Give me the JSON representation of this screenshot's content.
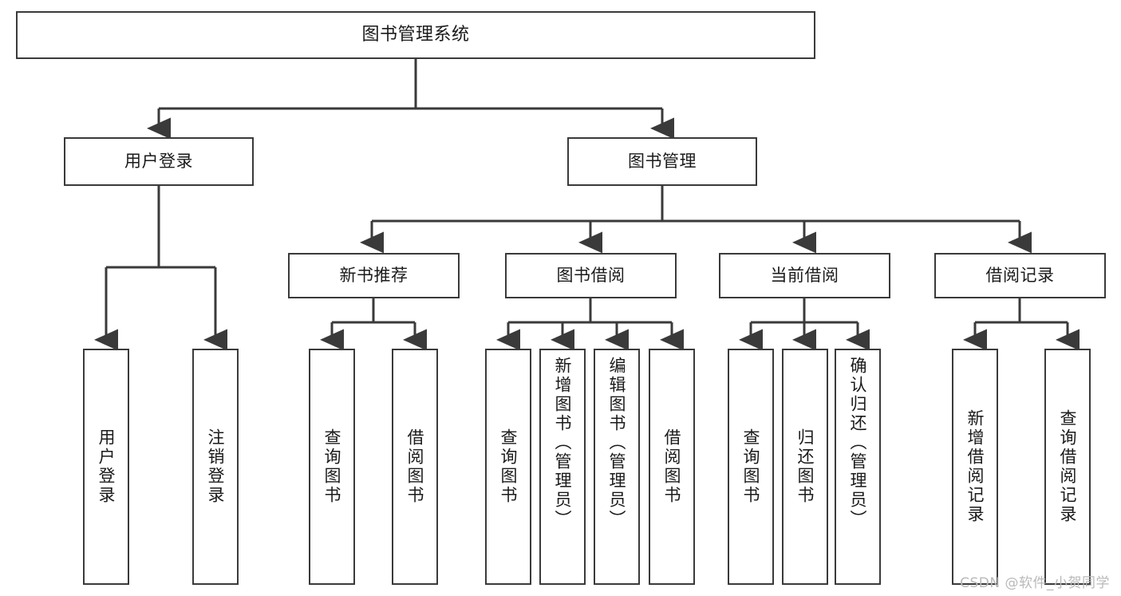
{
  "diagram": {
    "title": "图书管理系统",
    "type": "tree",
    "stroke_color": "#3a3a3a",
    "background_color": "#ffffff",
    "text_color": "#1a1a1a"
  },
  "nodes": {
    "root": {
      "label": "图书管理系统"
    },
    "level2": [
      {
        "id": "user-login",
        "label": "用户登录"
      },
      {
        "id": "book-manage",
        "label": "图书管理"
      }
    ],
    "level3": [
      {
        "id": "new-book-rec",
        "label": "新书推荐"
      },
      {
        "id": "book-borrow",
        "label": "图书借阅"
      },
      {
        "id": "current-borrow",
        "label": "当前借阅"
      },
      {
        "id": "borrow-record",
        "label": "借阅记录"
      }
    ],
    "leaves": {
      "user_login": [
        {
          "id": "leaf-user-login",
          "label": "用户登录"
        },
        {
          "id": "leaf-logout",
          "label": "注销登录"
        }
      ],
      "new_book_rec": [
        {
          "id": "leaf-query-book-1",
          "label": "查询图书"
        },
        {
          "id": "leaf-borrow-book-1",
          "label": "借阅图书"
        }
      ],
      "book_borrow": [
        {
          "id": "leaf-query-book-2",
          "label": "查询图书"
        },
        {
          "id": "leaf-add-book",
          "label": "新增图书（管理员）"
        },
        {
          "id": "leaf-edit-book",
          "label": "编辑图书（管理员）"
        },
        {
          "id": "leaf-borrow-book-2",
          "label": "借阅图书"
        }
      ],
      "current_borrow": [
        {
          "id": "leaf-query-book-3",
          "label": "查询图书"
        },
        {
          "id": "leaf-return-book",
          "label": "归还图书"
        },
        {
          "id": "leaf-confirm-return",
          "label": "确认归还（管理员）"
        }
      ],
      "borrow_record": [
        {
          "id": "leaf-add-record",
          "label": "新增借阅记录"
        },
        {
          "id": "leaf-query-record",
          "label": "查询借阅记录"
        }
      ]
    }
  },
  "watermark": {
    "text": "CSDN @软件_小贺同学"
  }
}
